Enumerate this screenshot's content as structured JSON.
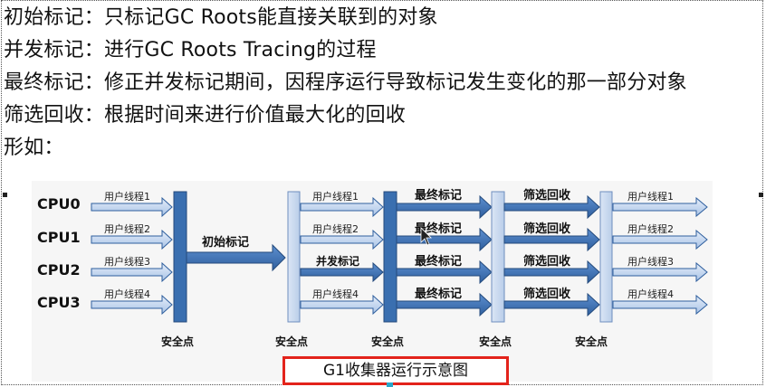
{
  "text_lines": [
    "初始标记：只标记GC Roots能直接关联到的对象",
    "并发标记：进行GC Roots Tracing的过程",
    "最终标记：修正并发标记期间，因程序运行导致标记发生变化的那一部分对象",
    "筛选回收：根据时间来进行价值最大化的回收",
    "形如："
  ],
  "diagram": {
    "cpus": [
      "CPU0",
      "CPU1",
      "CPU2",
      "CPU3"
    ],
    "user_thread_labels": [
      "用户线程1",
      "用户线程2",
      "用户线程3",
      "用户线程4"
    ],
    "initial_mark_label": "初始标记",
    "concurrent_mark_label": "并发标记",
    "final_mark_label": "最终标记",
    "cleanup_label": "筛选回收",
    "safepoint_label": "安全点",
    "caption": "G1收集器运行示意图",
    "colors": {
      "dark_blue": "#3a6fb0",
      "light_blue": "#c9daf0",
      "mid_blue": "#8fb0dc",
      "caption_border": "#e3231b"
    }
  }
}
